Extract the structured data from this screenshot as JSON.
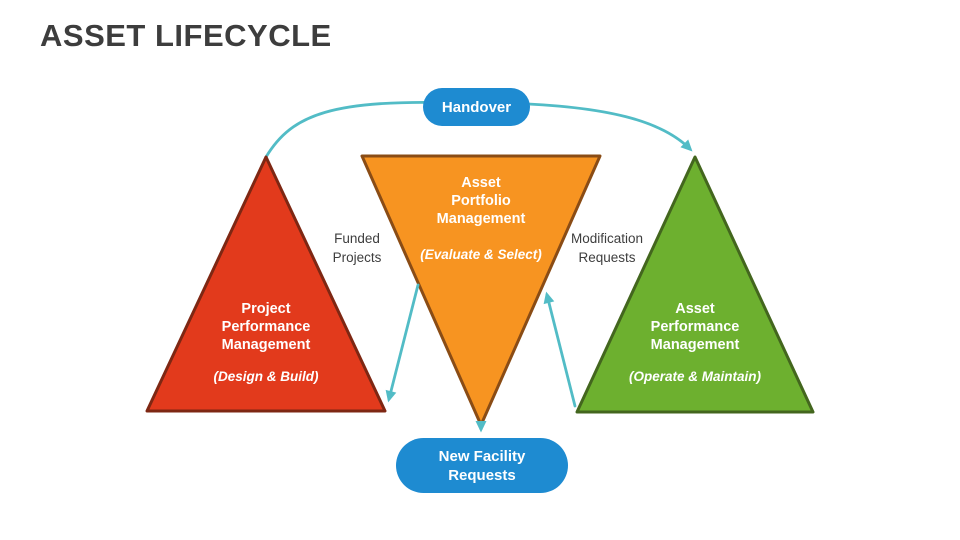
{
  "slide": {
    "title": "ASSET LIFECYCLE"
  },
  "diagram": {
    "handover_pill": {
      "label": "Handover"
    },
    "new_facility_pill": {
      "label": "New Facility\nRequests"
    },
    "triangles": [
      {
        "id": "project-performance",
        "name": "Project\nPerformance\nManagement",
        "caption": "(Design & Build)",
        "fill": "#e23a1c",
        "border": "#7e2713",
        "orientation": "up"
      },
      {
        "id": "asset-portfolio",
        "name": "Asset\nPortfolio\nManagement",
        "caption": "(Evaluate & Select)",
        "fill": "#f79421",
        "border": "#8a4c15",
        "orientation": "down"
      },
      {
        "id": "asset-performance",
        "name": "Asset\nPerformance\nManagement",
        "caption": "(Operate & Maintain)",
        "fill": "#6db02f",
        "border": "#43661e",
        "orientation": "up"
      }
    ],
    "flow_labels": [
      {
        "id": "funded-projects",
        "text": "Funded\nProjects"
      },
      {
        "id": "modification-requests",
        "text": "Modification\nRequests"
      }
    ],
    "colors": {
      "pill_blue": "#1e8bd1",
      "arrow_teal": "#52bcc6",
      "title_text": "#3d3d3d",
      "flow_label_text": "#3e3e3e",
      "background": "#ffffff"
    }
  }
}
